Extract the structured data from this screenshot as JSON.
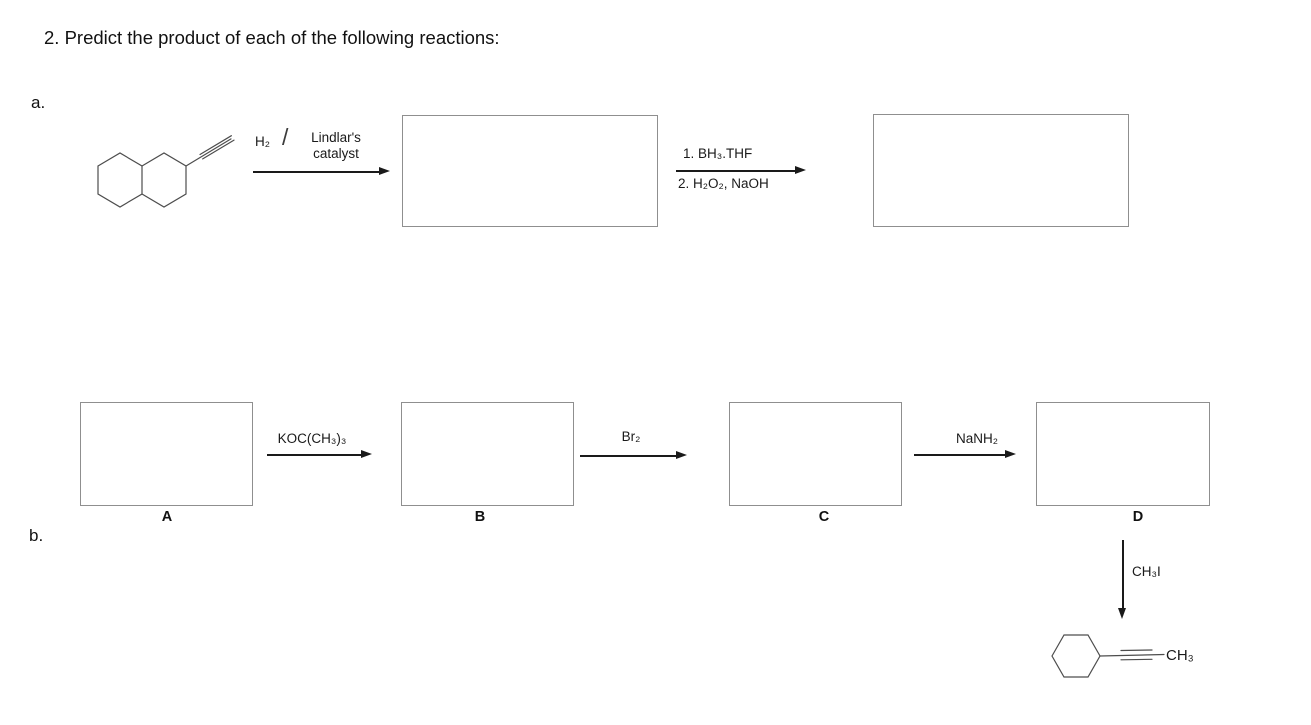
{
  "title": "2. Predict the product of each of the following reactions:",
  "colors": {
    "structure_line": "#4d4d4d",
    "arrow": "#1a1a1a",
    "box_border": "#8f8f8f",
    "text": "#1a1a1a"
  },
  "section_a": {
    "label": "a.",
    "starting_material": "decahydronaphthalene-with-terminal-alkyne",
    "step1": {
      "reagent_left": "H₂",
      "separator": "/",
      "catalyst_line1": "Lindlar's",
      "catalyst_line2": "catalyst"
    },
    "step2": {
      "line1": "1. BH₃.THF",
      "line2": "2. H₂O₂, NaOH"
    }
  },
  "section_b": {
    "label": "b.",
    "box_labels": [
      "A",
      "B",
      "C",
      "D"
    ],
    "arrow_reagents": [
      "KOC(CH₃)₃",
      "Br₂",
      "NaNH₂"
    ],
    "vertical_arrow_reagent": "CH₃I",
    "final_product": {
      "structure": "cyclohexyl-propyne",
      "methyl_label": "CH₃"
    }
  }
}
